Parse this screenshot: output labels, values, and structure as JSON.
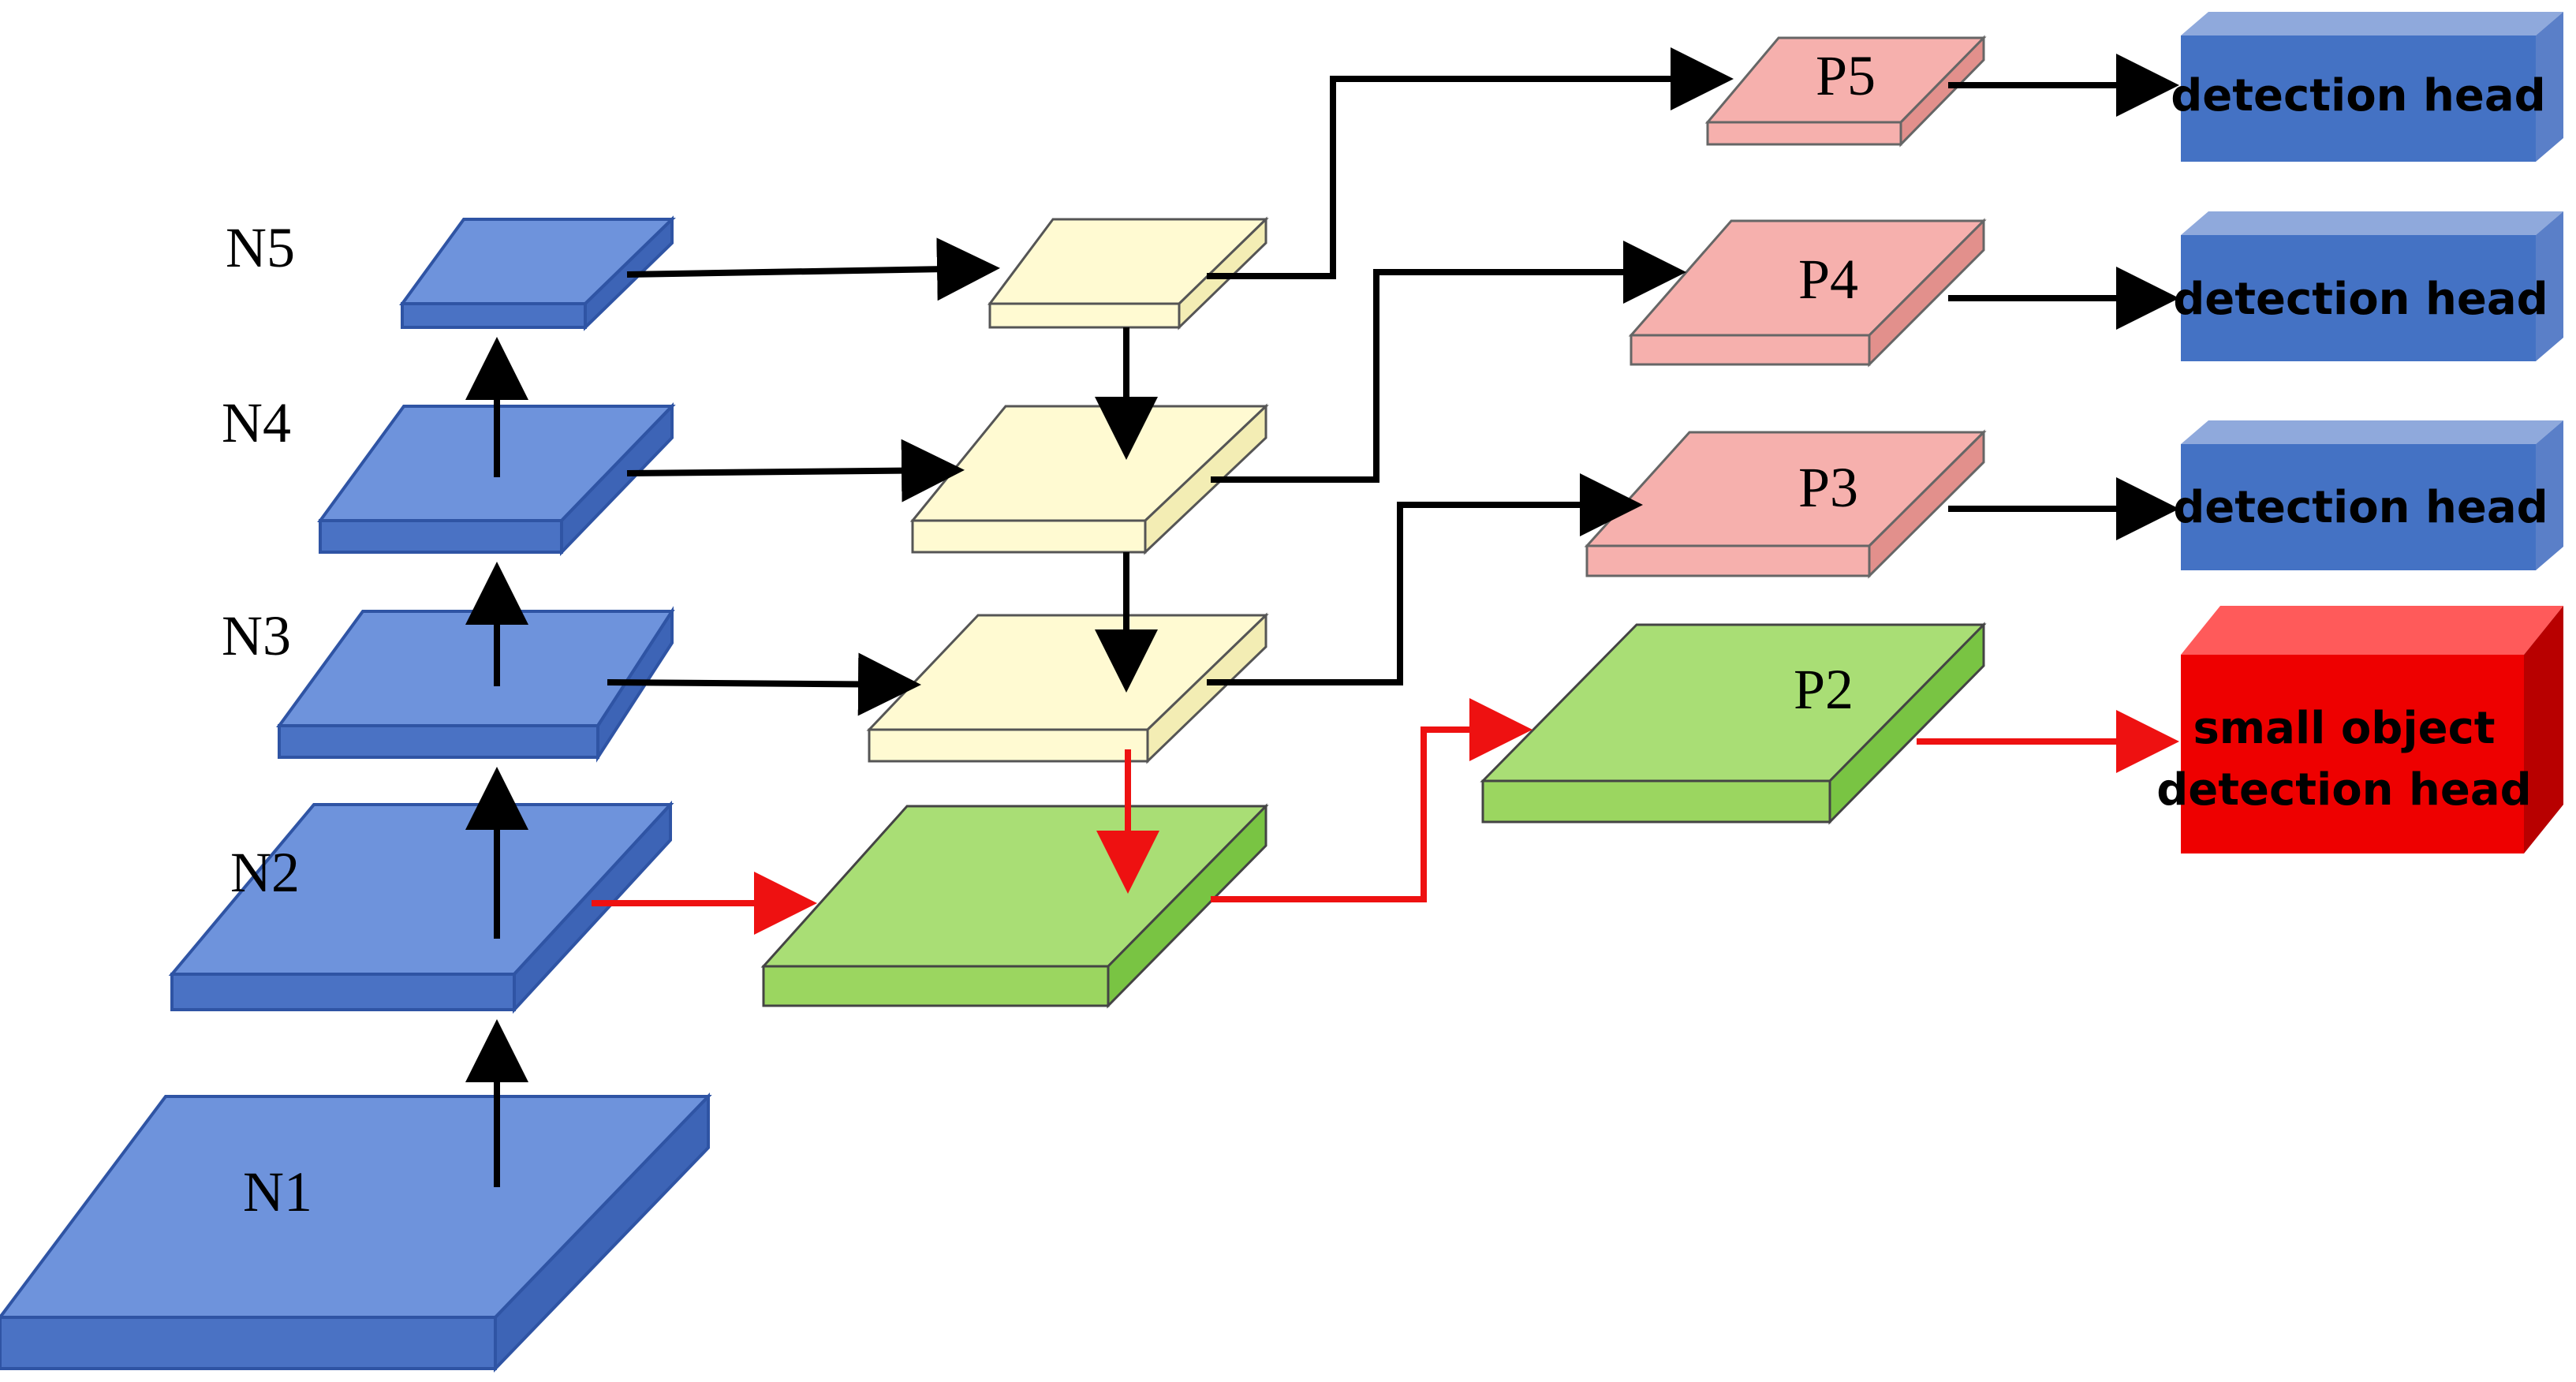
{
  "colors": {
    "blue_top": "#6E93DC",
    "blue_side": "#3D64B6",
    "yellow_top": "#FFFAD2",
    "yellow_side": "#F3EDB4",
    "green_top": "#A9DE75",
    "green_side": "#79C443",
    "pink_top": "#F6B0AD",
    "pink_side": "#E2908C",
    "head_blue": "#4472C4",
    "head_red": "#EE0000",
    "arrow_black": "#000000",
    "arrow_red": "#EE1111"
  },
  "backbone": {
    "n1": "N1",
    "n2": "N2",
    "n3": "N3",
    "n4": "N4",
    "n5": "N5"
  },
  "outputs": {
    "p2": "P2",
    "p3": "P3",
    "p4": "P4",
    "p5": "P5"
  },
  "heads": {
    "head1": "detection head",
    "head2": "detection head",
    "head3": "detection head",
    "small_line1": "small object",
    "small_line2": "detection head"
  }
}
